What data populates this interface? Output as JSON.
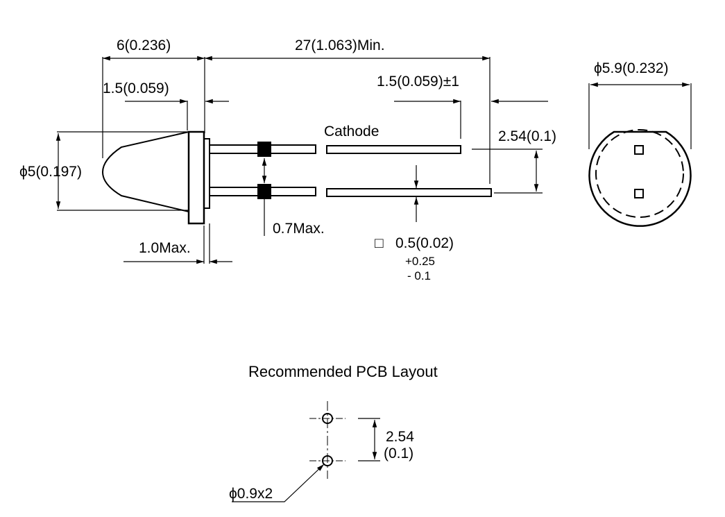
{
  "drawing": {
    "side_view": {
      "overall_length": "6(0.236)",
      "lead_length": "27(1.063)Min.",
      "flange_thickness": "1.5(0.059)",
      "lead_end_gap": "1.5(0.059)±1",
      "body_diameter": "ϕ5(0.197)",
      "flange_overhang": "1.0Max.",
      "standoff": "0.7Max.",
      "cathode_label": "Cathode",
      "lead_pitch": "2.54(0.1)",
      "lead_square": "0.5(0.02)",
      "lead_square_symbol": "□",
      "lead_tol_plus": "+0.25",
      "lead_tol_minus": "- 0.1"
    },
    "end_view": {
      "flange_diameter": "ϕ5.9(0.232)"
    },
    "pcb_layout": {
      "title": "Recommended PCB Layout",
      "pitch_value": "2.54",
      "pitch_inch": "(0.1)",
      "hole_spec": "ϕ0.9x2"
    }
  }
}
